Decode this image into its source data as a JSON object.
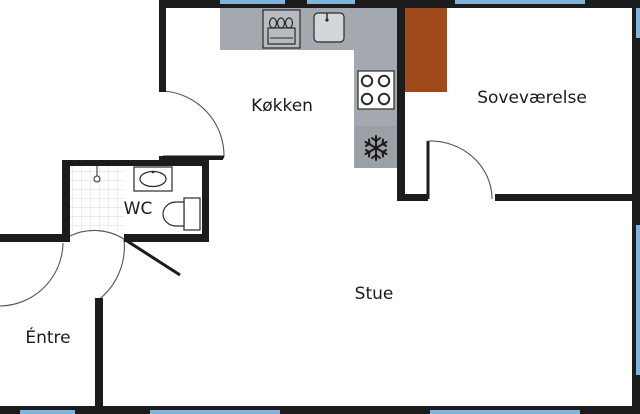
{
  "rooms": {
    "kitchen": "Køkken",
    "bedroom": "Soveværelse",
    "wc": "WC",
    "living": "Stue",
    "entry": "Éntre"
  },
  "fixtures": {
    "dishwasher": "dishwasher-icon",
    "kitchen_sink": "sink-icon",
    "stove": "stove-icon",
    "freezer": "snowflake-icon",
    "wardrobe": "wardrobe",
    "washbasin": "washbasin-icon",
    "toilet": "toilet-icon"
  },
  "colors": {
    "wall": "#1c1c1c",
    "window": "#7fb5dd",
    "counter": "#a3a9ae",
    "wardrobe": "#a04a1c",
    "tile_grid": "#c9cdd1",
    "door_line": "#555555"
  }
}
